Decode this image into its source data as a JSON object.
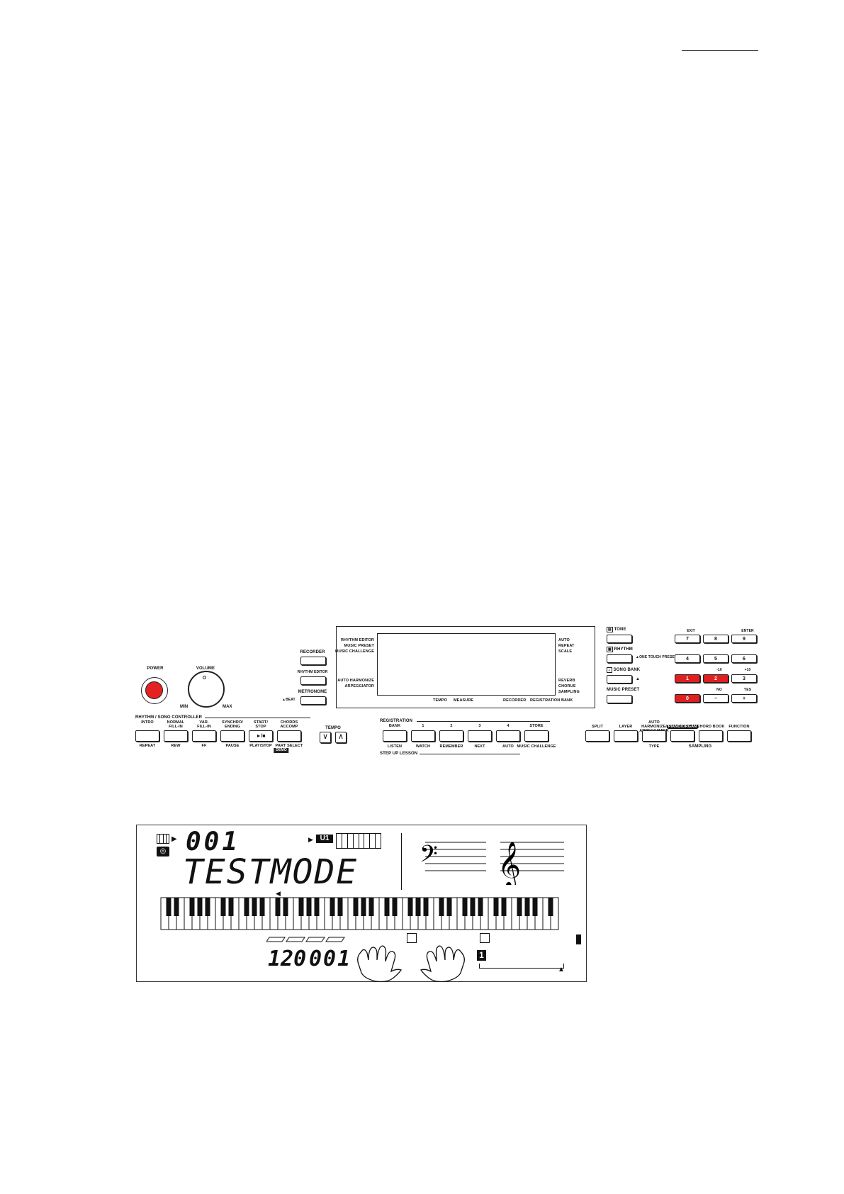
{
  "panel": {
    "power_label": "POWER",
    "volume_label": "VOLUME",
    "volume_min": "MIN",
    "volume_max": "MAX",
    "recorder": "RECORDER",
    "rhythm_editor_btn": "RHYTHM EDITOR",
    "metronome": "METRONOME",
    "beat": "BEAT",
    "display": {
      "left_top": [
        "RHYTHM EDITOR",
        "MUSIC PRESET",
        "MUSIC CHALLENGE"
      ],
      "left_bottom": [
        "AUTO HARMONIZE",
        "ARPEGGIATOR"
      ],
      "right_top": [
        "AUTO",
        "REPEAT",
        "SCALE"
      ],
      "right_bottom": [
        "REVERB",
        "CHORUS",
        "SAMPLING"
      ],
      "bottom": [
        "TEMPO",
        "MEASURE",
        "RECORDER",
        "REGISTRATION BANK"
      ]
    },
    "rhythm_song_controller": "RHYTHM / SONG CONTROLLER",
    "controller_buttons": [
      {
        "top": "INTRO",
        "top2": "",
        "bottom": "REPEAT"
      },
      {
        "top": "NORMAL",
        "top2": "FILL-IN",
        "bottom": "REW"
      },
      {
        "top": "VAR.",
        "top2": "FILL-IN",
        "bottom": "FF"
      },
      {
        "top": "SYNCHRO/",
        "top2": "ENDING",
        "bottom": "PAUSE"
      },
      {
        "top": "START/",
        "top2": "STOP",
        "bottom": "PLAY/STOP"
      },
      {
        "top": "CHORDS",
        "top2": "ACCOMP",
        "bottom": "PART SELECT"
      }
    ],
    "play_symbol": "►/■",
    "demo": "DEMO",
    "tempo": "TEMPO",
    "tempo_down": "∨",
    "tempo_up": "∧",
    "registration": "REGISTRATION",
    "registration_buttons": [
      {
        "top": "BANK",
        "bottom": "LISTEN"
      },
      {
        "top": "1",
        "bottom": "WATCH"
      },
      {
        "top": "2",
        "bottom": "REMEMBER"
      },
      {
        "top": "3",
        "bottom": "NEXT"
      },
      {
        "top": "4",
        "bottom": "AUTO"
      },
      {
        "top": "STORE",
        "bottom": "MUSIC CHALLENGE"
      }
    ],
    "step_up_lesson": "STEP UP LESSON",
    "right_buttons": [
      {
        "top": "SPLIT",
        "bottom": ""
      },
      {
        "top": "LAYER",
        "bottom": ""
      },
      {
        "top": "AUTO HARMONIZE/ ARPEGGIATOR",
        "bottom": "TYPE"
      },
      {
        "top": "PIANO/ORGAN",
        "bottom": ""
      },
      {
        "top": "CHORD BOOK",
        "bottom": ""
      },
      {
        "top": "FUNCTION",
        "bottom": ""
      }
    ],
    "sampling": "SAMPLING",
    "mode_buttons": {
      "tone": "TONE",
      "rhythm": "RHYTHM",
      "one_touch_preset": "ONE TOUCH PRESET",
      "song_bank": "SONG BANK",
      "music_preset": "MUSIC PRESET"
    },
    "numpad_labels": {
      "exit": "EXIT",
      "enter": "ENTER",
      "minus10": "-10",
      "plus10": "+10",
      "no": "NO",
      "yes": "YES"
    },
    "numpad": [
      {
        "label": "7",
        "red": false
      },
      {
        "label": "8",
        "red": false
      },
      {
        "label": "9",
        "red": false
      },
      {
        "label": "4",
        "red": false
      },
      {
        "label": "5",
        "red": false
      },
      {
        "label": "6",
        "red": false
      },
      {
        "label": "1",
        "red": true
      },
      {
        "label": "2",
        "red": true
      },
      {
        "label": "3",
        "red": false
      },
      {
        "label": "0",
        "red": true
      },
      {
        "label": "−",
        "red": false
      },
      {
        "label": "+",
        "red": false
      }
    ],
    "accent_red": "#e02020"
  },
  "lcd": {
    "number": "001",
    "text": "TESTMODE",
    "user_indicator": "U1",
    "tempo": "120",
    "measure": "001",
    "step": "1"
  }
}
